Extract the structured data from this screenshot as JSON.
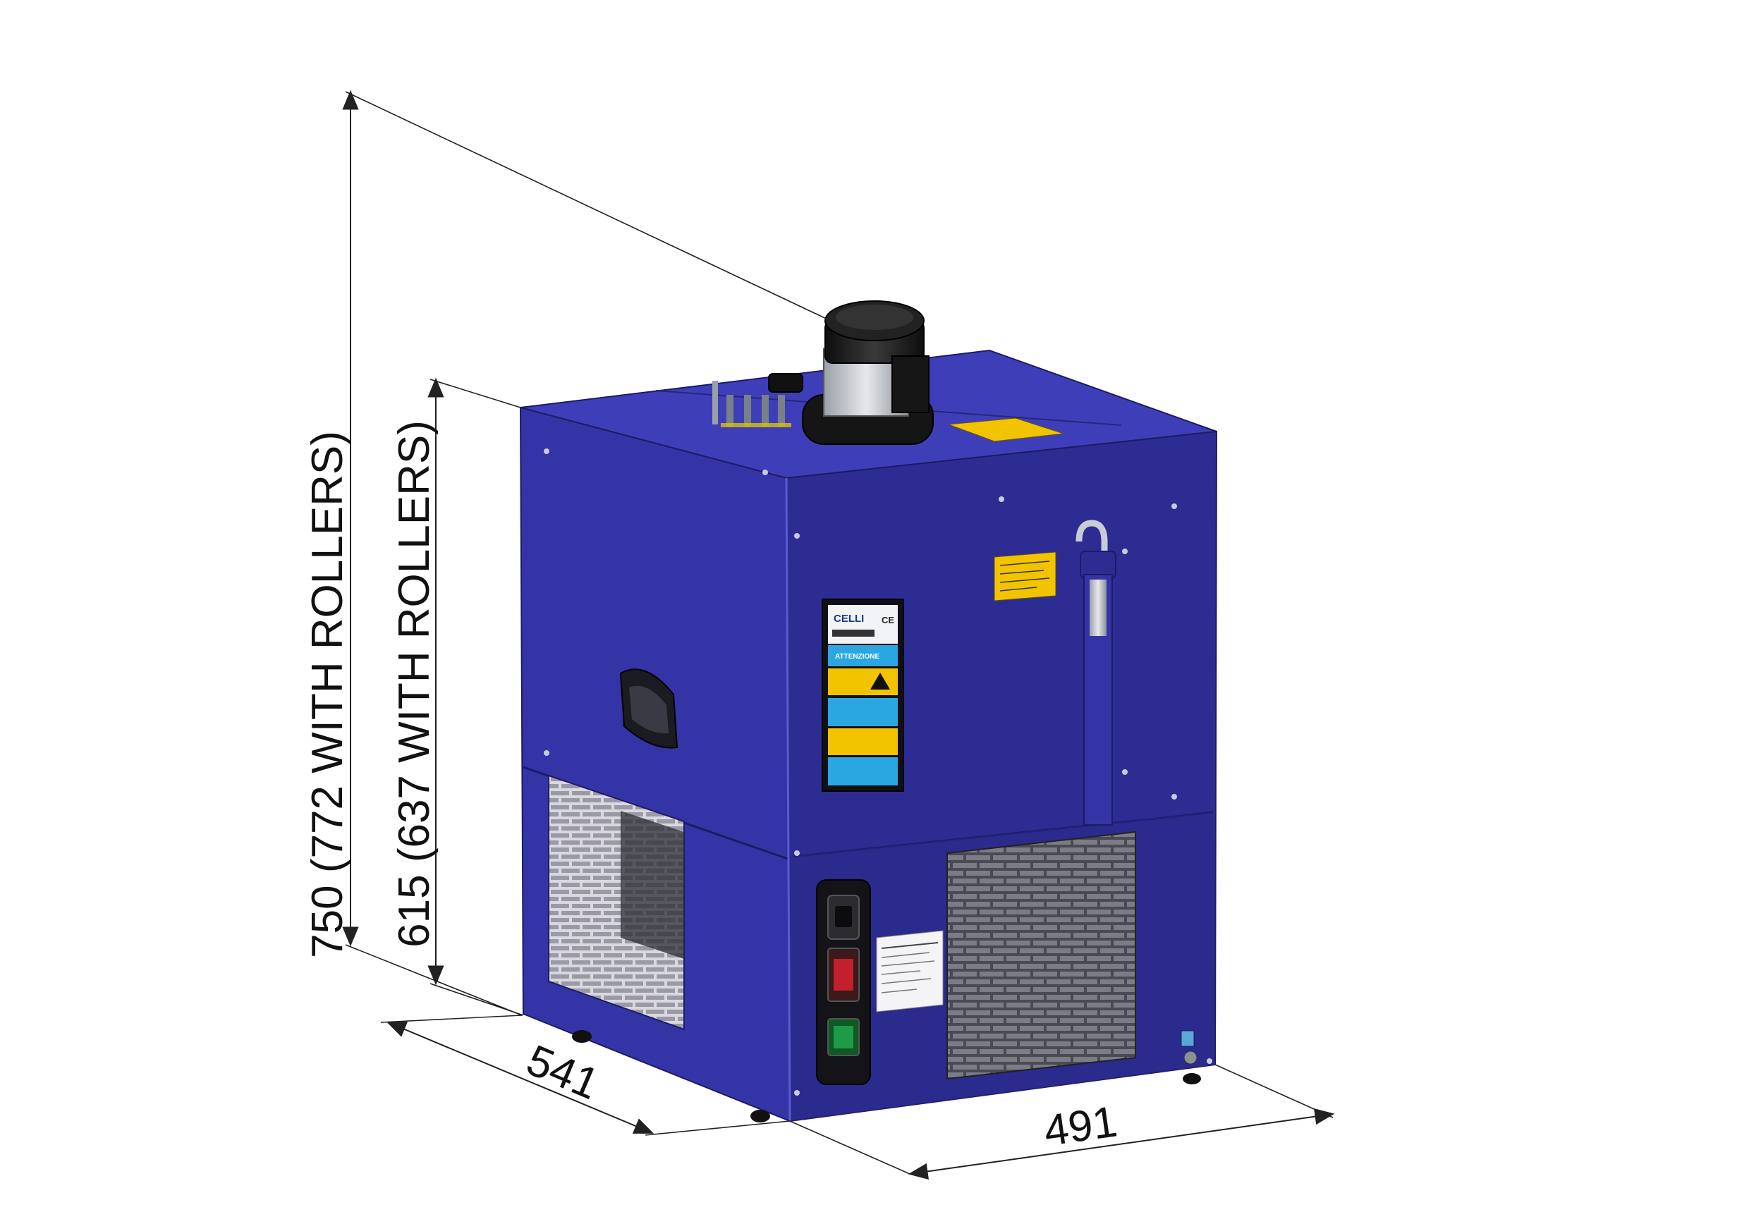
{
  "dimensions": {
    "height_total": "750 (772 WITH ROLLERS)",
    "height_body": "615 (637 WITH ROLLERS)",
    "depth": "541",
    "width": "491"
  },
  "labels": {
    "brand": "CELLI",
    "warning_title": "ATTENZIONE",
    "ce_mark": "CE"
  },
  "colors": {
    "cabinet_front": "#2b2a8c",
    "cabinet_side": "#3433a8",
    "cabinet_top": "#3d3cb8",
    "warning_yellow": "#f2c400",
    "warning_blue": "#2aa7e0",
    "motor_black": "#1a1a1a"
  }
}
